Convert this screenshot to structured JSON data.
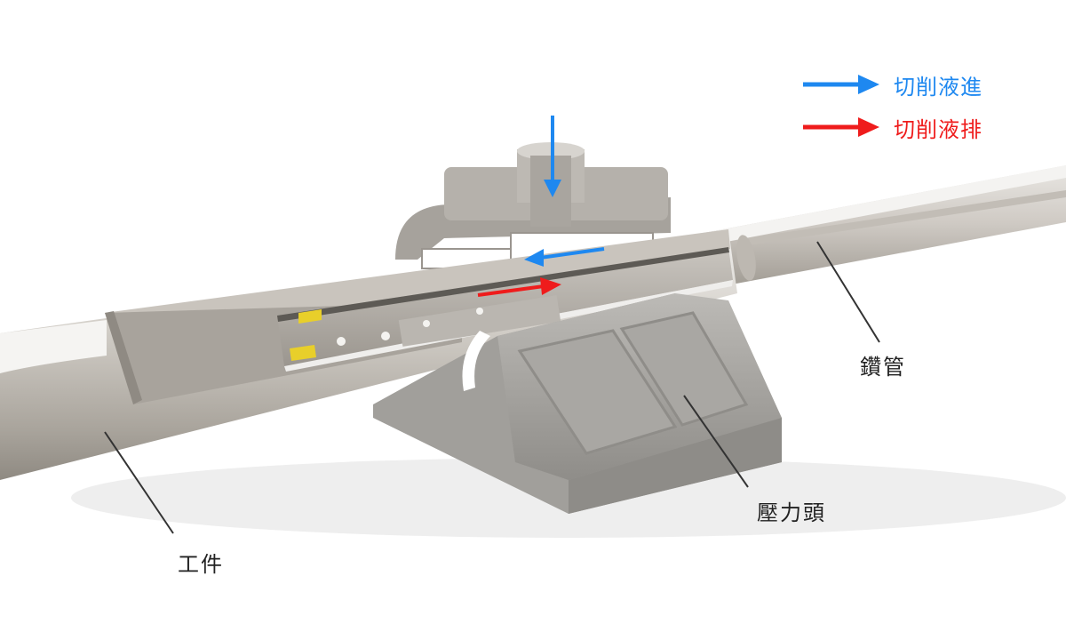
{
  "legend": {
    "inflow": {
      "label": "切削液進",
      "color": "#1e88f0"
    },
    "outflow": {
      "label": "切削液排",
      "color": "#ef1c1c"
    }
  },
  "callouts": {
    "drill_pipe": "鑽管",
    "pressure_head": "壓力頭",
    "workpiece": "工件"
  },
  "colors": {
    "metal_light": "#d9d7d3",
    "metal_mid": "#b3aea6",
    "metal_dark": "#8e8a84",
    "cut_face": "#a7a29b",
    "head_body": "#a3a19d",
    "insert_yellow": "#e8cf2a"
  }
}
